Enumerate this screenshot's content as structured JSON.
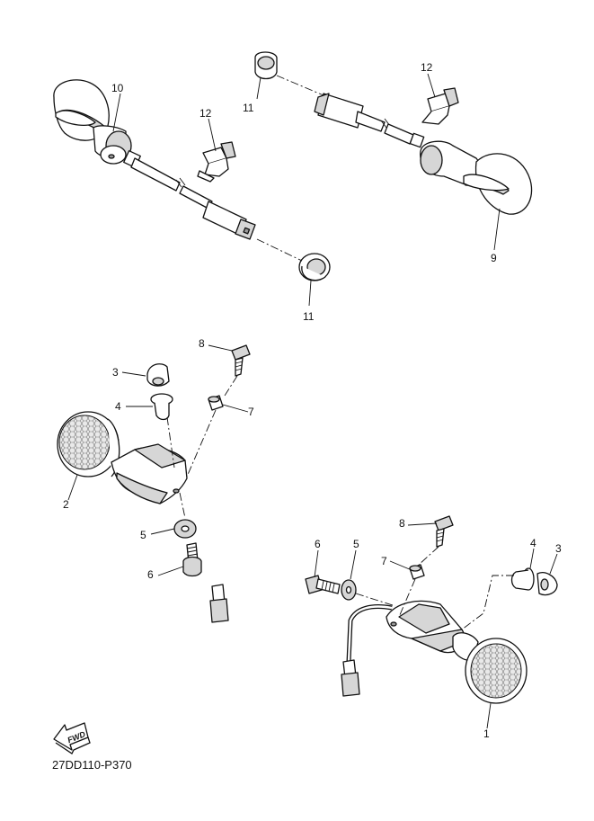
{
  "diagram_code": "27DD110-P370",
  "fwd_label": "FWD",
  "callouts": {
    "p10": "10",
    "p12a": "12",
    "p11a": "11",
    "p12b": "12",
    "p9": "9",
    "p11b": "11",
    "p8a": "8",
    "p3a": "3",
    "p4a": "4",
    "p7a": "7",
    "p2": "2",
    "p5a": "5",
    "p6a": "6",
    "p8b": "8",
    "p6b": "6",
    "p5b": "5",
    "p7b": "7",
    "p4b": "4",
    "p3b": "3",
    "p1": "1"
  }
}
